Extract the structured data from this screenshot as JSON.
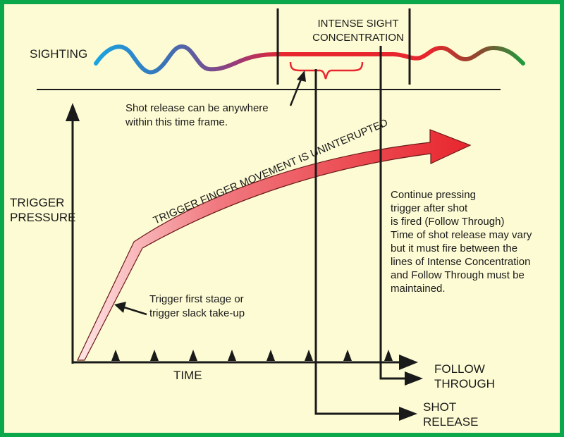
{
  "labels": {
    "sighting": "SIGHTING",
    "intense_line1": "INTENSE SIGHT",
    "intense_line2": "CONCENTRATION",
    "shot_window_line1": "Shot release can be anywhere",
    "shot_window_line2": "within this time frame.",
    "trigger_movement": "TRIGGER FINGER MOVEMENT IS UNINTERUPTED",
    "y_axis_line1": "TRIGGER",
    "y_axis_line2": "PRESSURE",
    "x_axis": "TIME",
    "first_stage_line1": "Trigger first stage or",
    "first_stage_line2": "trigger slack take-up",
    "follow_line1": "FOLLOW",
    "follow_line2": "THROUGH",
    "shot_line1": "SHOT",
    "shot_line2": "RELEASE",
    "note": [
      "Continue pressing",
      "trigger after shot",
      "is fired (Follow Through)",
      "Time of shot release may vary",
      "but it must fire between the",
      "lines of Intense Concentration",
      "and Follow Through must be",
      "maintained."
    ]
  },
  "colors": {
    "border": "#0aa84a",
    "background": "#fdfbd3",
    "wave_start": "#1ba4e0",
    "wave_mid": "#e8262e",
    "wave_end": "#1f9a3e",
    "arrow_fill": "#e8373d"
  }
}
